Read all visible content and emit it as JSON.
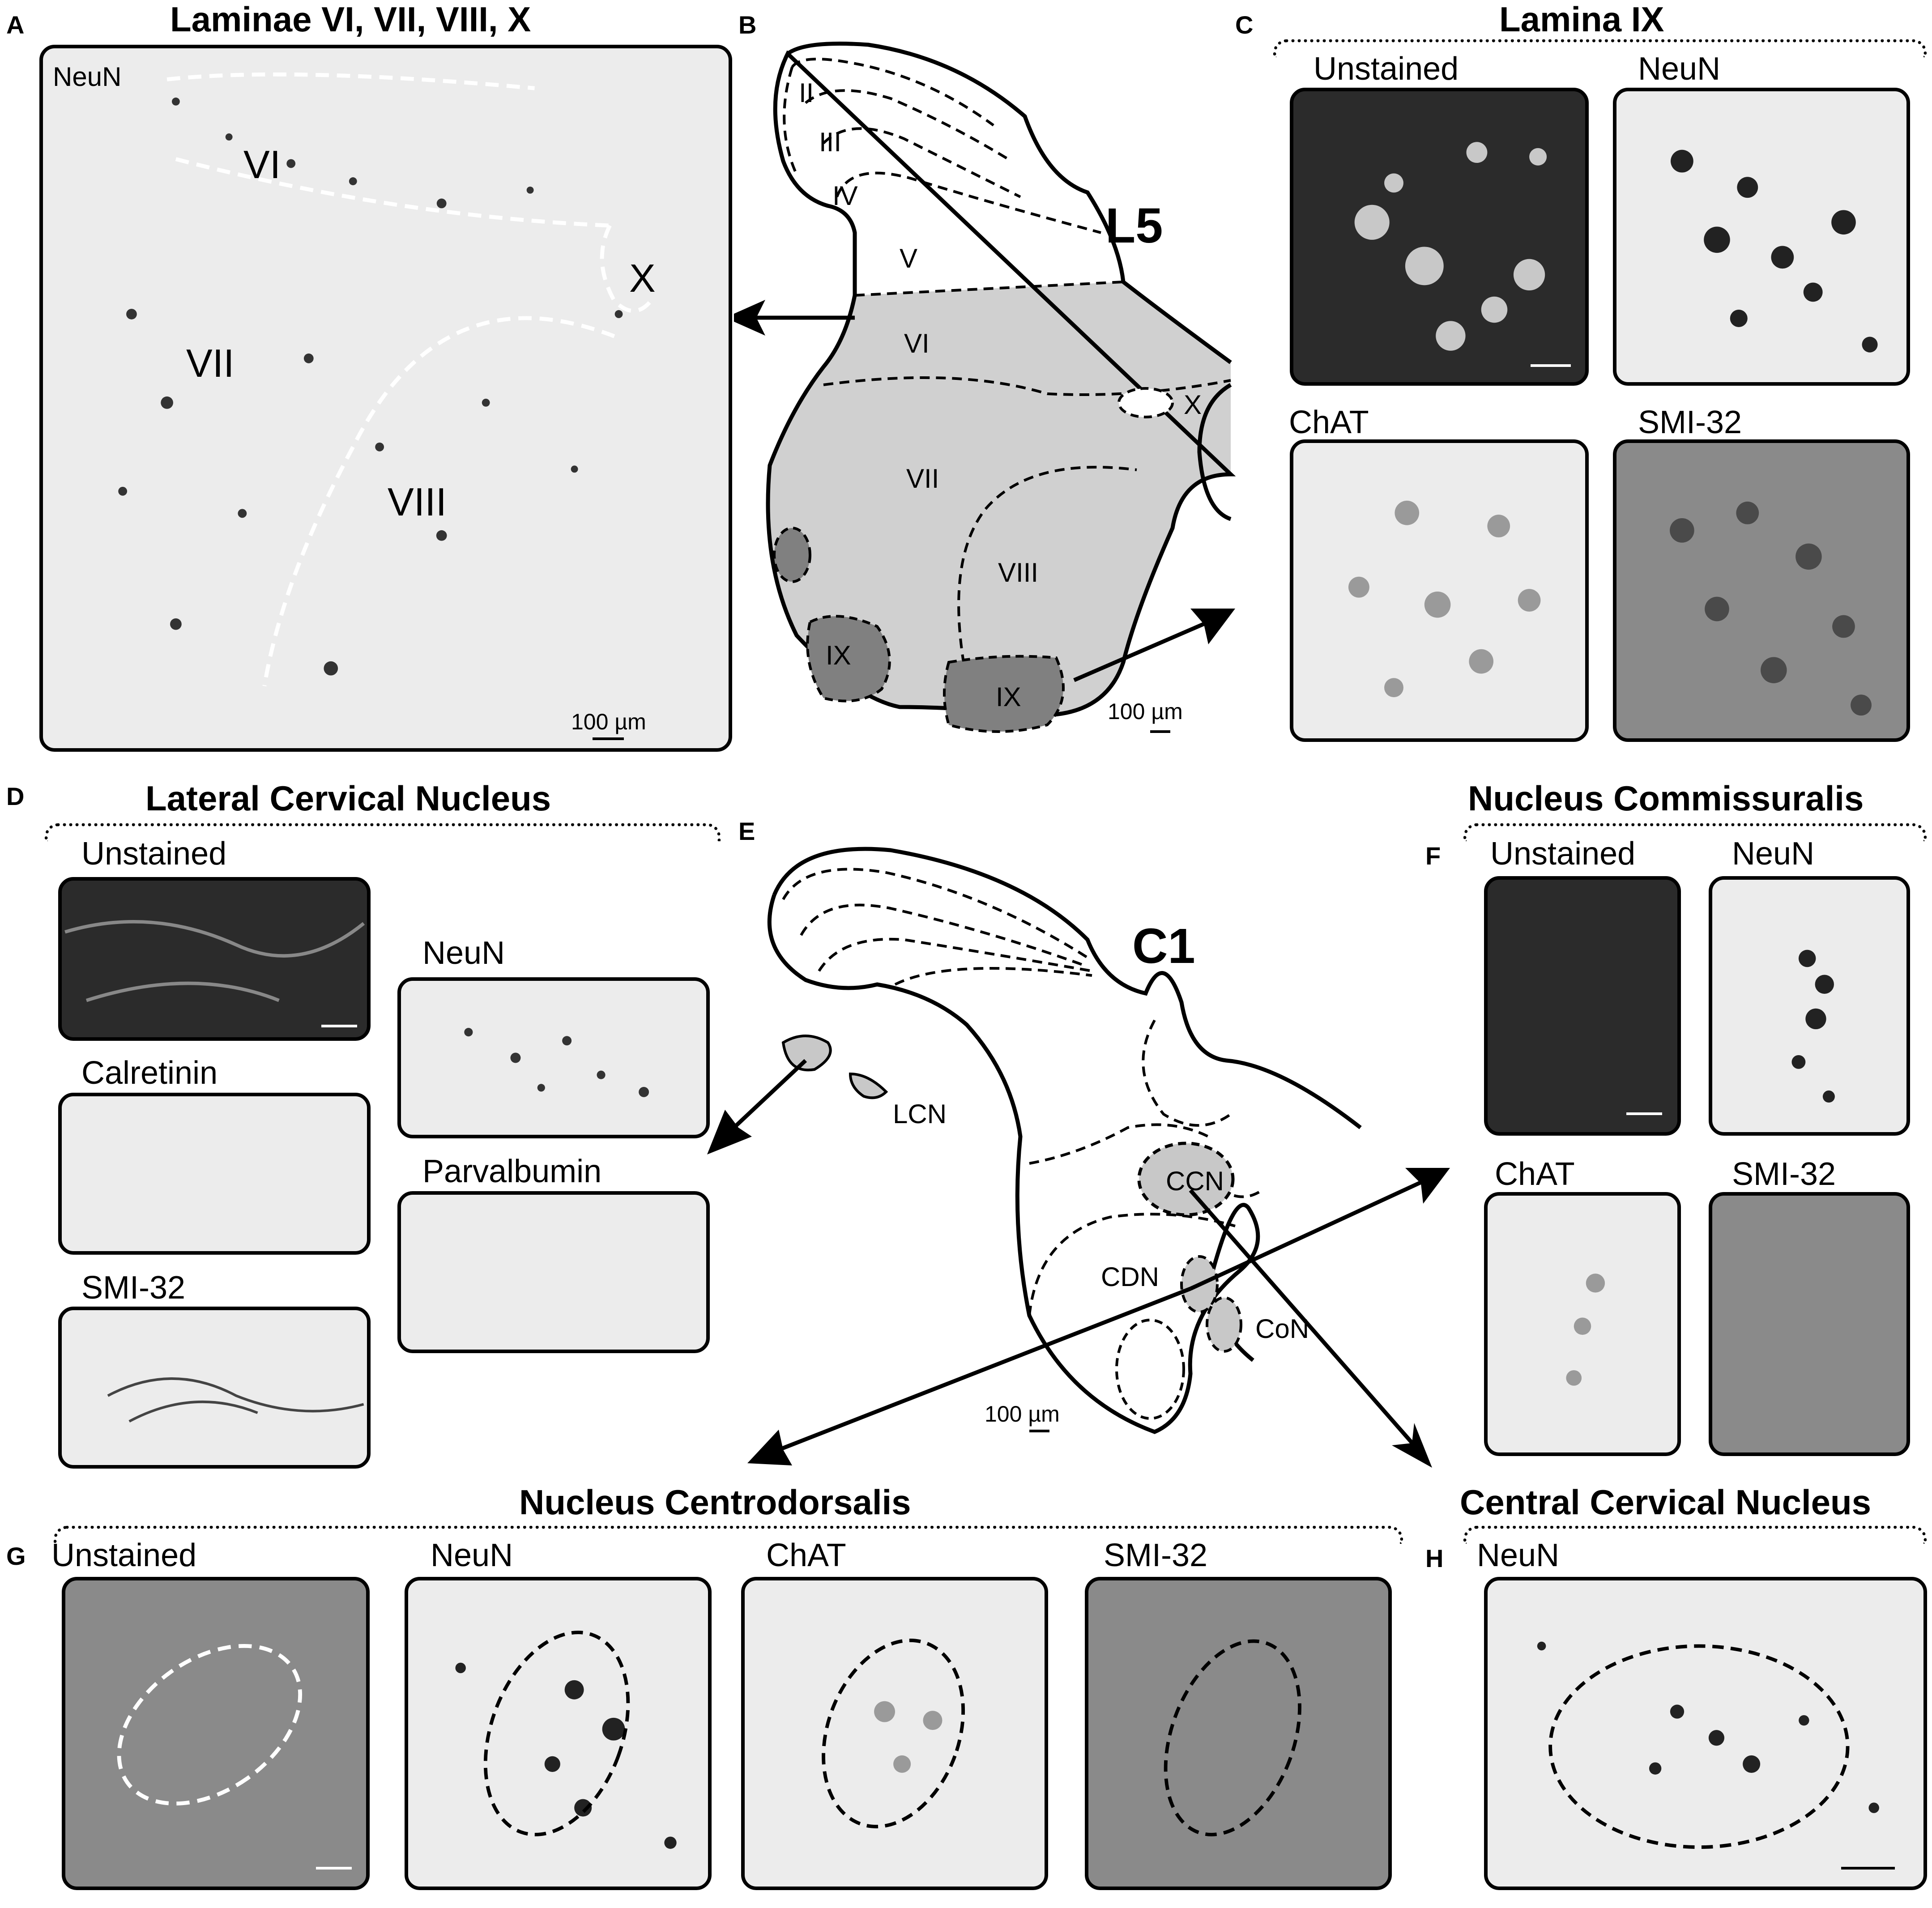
{
  "panels": {
    "A": {
      "letter": "A",
      "title": "Laminae VI, VII, VIII, X",
      "stain": "NeuN",
      "region_labels": {
        "vi": "VI",
        "vii": "VII",
        "viii": "VIII",
        "x": "X"
      },
      "scale": "100 µm"
    },
    "B": {
      "letter": "B",
      "level": "L5",
      "laminae": {
        "ii": "II",
        "iii": "III",
        "iv": "IV",
        "v": "V",
        "vi": "VI",
        "vii": "VII",
        "viii": "VIII",
        "ix_left": "IX",
        "ix_right": "IX",
        "x": "X"
      },
      "scale": "100 µm"
    },
    "C": {
      "letter": "C",
      "title": "Lamina IX",
      "stains": {
        "unstained": "Unstained",
        "neun": "NeuN",
        "chat": "ChAT",
        "smi32": "SMI-32"
      }
    },
    "D": {
      "letter": "D",
      "title": "Lateral Cervical Nucleus",
      "stains": {
        "unstained": "Unstained",
        "neun": "NeuN",
        "calretinin": "Calretinin",
        "parvalbumin": "Parvalbumin",
        "smi32": "SMI-32"
      }
    },
    "E": {
      "letter": "E",
      "level": "C1",
      "nuclei": {
        "lcn": "LCN",
        "ccn": "CCN",
        "cdn": "CDN",
        "con": "CoN"
      },
      "scale": "100 µm"
    },
    "F": {
      "letter": "F",
      "title": "Nucleus Commissuralis",
      "stains": {
        "unstained": "Unstained",
        "neun": "NeuN",
        "chat": "ChAT",
        "smi32": "SMI-32"
      }
    },
    "G": {
      "letter": "G",
      "title": "Nucleus Centrodorsalis",
      "stains": {
        "unstained": "Unstained",
        "neun": "NeuN",
        "chat": "ChAT",
        "smi32": "SMI-32"
      }
    },
    "H": {
      "letter": "H",
      "title": "Central Cervical Nucleus",
      "stains": {
        "neun": "NeuN"
      }
    }
  },
  "colors": {
    "region_fill": "#d0d0d0",
    "nucleus_fill": "#808080",
    "outline": "#000000"
  }
}
